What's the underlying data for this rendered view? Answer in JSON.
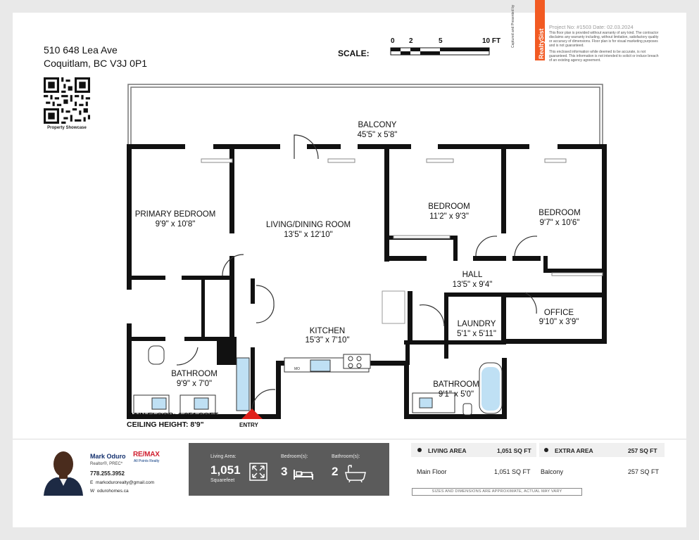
{
  "address": {
    "line1": "510 648 Lea Ave",
    "line2": "Coquitlam, BC V3J 0P1"
  },
  "qr_label": "Property Showcase",
  "scale": {
    "label": "SCALE:",
    "ticks": [
      "0",
      "2",
      "5",
      "10 FT"
    ]
  },
  "brand": {
    "vertical_text": "Captured and Presented by",
    "name": "RealtySist"
  },
  "project": {
    "line": "Project No: #1503   Date: 02.03.2024"
  },
  "disclaimer": {
    "p1": "This floor plan is provided without warranty of any kind. The contractor disclaims any warranty including, without limitation, satisfactory quality or accuracy of dimensions. Floor plan is for visual marketing purposes and is not guaranteed.",
    "p2": "This enclosed information while deemed to be accurate, is not guaranteed. This information is not intended to solicit or induce breach of an existing agency agreement."
  },
  "rooms": {
    "balcony": {
      "name": "BALCONY",
      "dims": "45'5\" x 5'8\""
    },
    "primary_bedroom": {
      "name": "PRIMARY BEDROOM",
      "dims": "9'9\" x 10'8\""
    },
    "living": {
      "name": "LIVING/DINING ROOM",
      "dims": "13'5\" x 12'10\""
    },
    "bedroom1": {
      "name": "BEDROOM",
      "dims": "11'2\" x 9'3\""
    },
    "bedroom2": {
      "name": "BEDROOM",
      "dims": "9'7\" x 10'6\""
    },
    "hall": {
      "name": "HALL",
      "dims": "13'5\" x 9'4\""
    },
    "office": {
      "name": "OFFICE",
      "dims": "9'10\" x 3'9\""
    },
    "laundry": {
      "name": "LAUNDRY",
      "dims": "5'1\" x 5'11\""
    },
    "kitchen": {
      "name": "KITCHEN",
      "dims": "15'3\" x 7'10\""
    },
    "bathroom1": {
      "name": "BATHROOM",
      "dims": "9'9\" x 7'0\""
    },
    "bathroom2": {
      "name": "BATHROOM",
      "dims": "9'1\" x 5'0\""
    },
    "mw": "MO"
  },
  "floor_info": {
    "main": "MAIN FLOOR: 1,051 SQFT",
    "ceiling": "CEILING HEIGHT: 8'9\""
  },
  "entry_label": "ENTRY",
  "agent": {
    "name": "Mark Oduro",
    "role": "Realtor®, PREC*",
    "brokerage": "RE/MAX",
    "brokerage_sub": "All Points Realty",
    "phone": "778.255.3952",
    "email_prefix": "E",
    "email": "markodurorealty@gmail.com",
    "web_prefix": "W",
    "web": "odurohomes.ca"
  },
  "stats": {
    "living_area_label": "Living Area:",
    "living_area_value": "1,051",
    "living_area_unit": "Squarefeet",
    "bedrooms_label": "Bedroom(s):",
    "bedrooms_value": "3",
    "bathrooms_label": "Bathroom(s):",
    "bathrooms_value": "2"
  },
  "areas": {
    "living_head": "LIVING AREA",
    "living_total": "1,051 SQ FT",
    "extra_head": "EXTRA AREA",
    "extra_total": "257 SQ FT",
    "row1_name": "Main Floor",
    "row1_value": "1,051 SQ FT",
    "row2_name": "Balcony",
    "row2_value": "257 SQ FT",
    "note": "SIZES AND DIMENSIONS ARE APPROXIMATE, ACTUAL MAY VARY"
  },
  "colors": {
    "accent": "#f25a22",
    "entry_arrow": "#e0201a",
    "remax_red": "#d01f2f",
    "remax_blue": "#0b3a80",
    "stat_panel": "#5b5b5b"
  }
}
